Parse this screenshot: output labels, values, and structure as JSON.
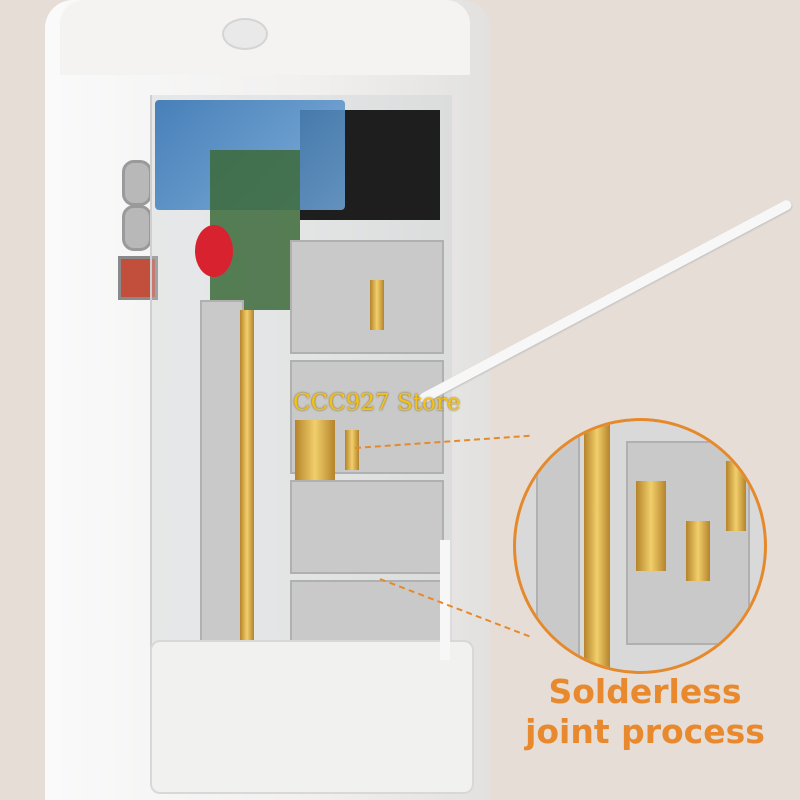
{
  "watermark": "CCC927 Store",
  "caption": {
    "line1": "Solderless",
    "line2": "joint process"
  },
  "colors": {
    "accent": "#e8892e",
    "background": "#e6ddd6",
    "watermark": "#f2c21b"
  }
}
